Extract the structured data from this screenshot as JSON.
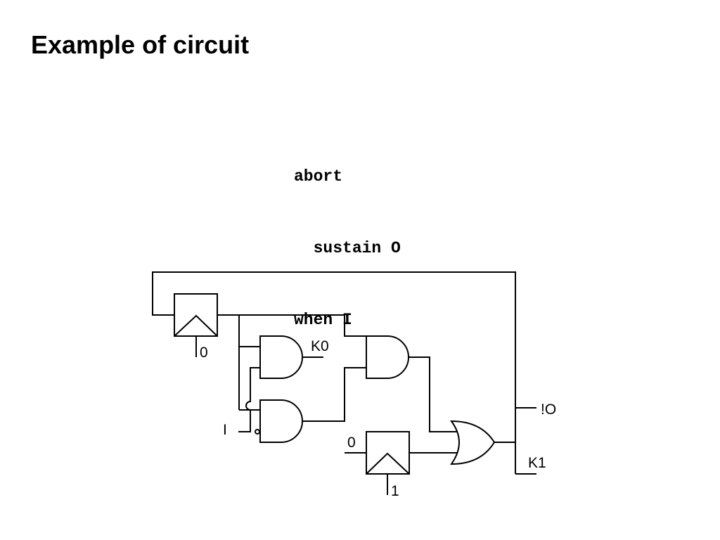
{
  "slide": {
    "title": "Example of circuit"
  },
  "code": {
    "lines": [
      "abort",
      "  sustain O",
      "when I"
    ]
  },
  "circuit": {
    "labels": {
      "reg_top_init": "0",
      "k0": "K0",
      "input_i": "I",
      "reg_bottom_input": "0",
      "reg_bottom_init": "1",
      "output_not_o": "!O",
      "k1": "K1"
    }
  }
}
